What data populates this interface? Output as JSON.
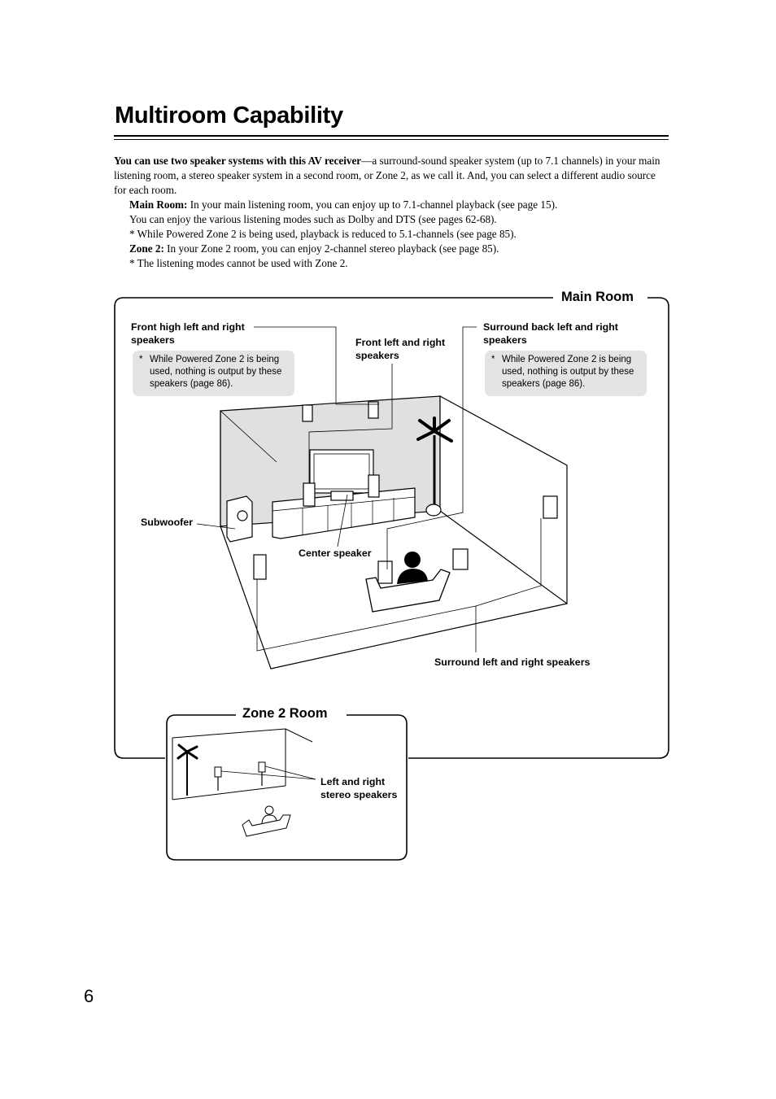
{
  "page": {
    "title": "Multiroom Capability",
    "page_number": "6"
  },
  "intro": {
    "lead_bold": "You can use two speaker systems with this AV receiver",
    "lead_rest": "—a surround-sound speaker system (up to 7.1 channels) in your main listening room, a stereo speaker system in a second room, or Zone 2, as we call it. And, you can select a different audio source for each room.",
    "main_room_label": "Main Room:",
    "main_room_text": " In your main listening room, you can enjoy up to 7.1-channel playback (see page 15).",
    "main_room_text2": "You can enjoy the various listening modes such as Dolby and DTS (see pages 62-68).",
    "main_room_note_mark": "*",
    "main_room_note": " While Powered Zone 2 is being used, playback is reduced to 5.1-channels (see page 85).",
    "zone2_label": "Zone 2:",
    "zone2_text": " In your Zone 2 room, you can enjoy 2-channel stereo playback (see page 85).",
    "zone2_note_mark": "*",
    "zone2_note": " The listening modes cannot be used with Zone 2."
  },
  "diagram": {
    "main_room_heading": "Main Room",
    "zone2_heading": "Zone 2 Room",
    "labels": {
      "front_high": "Front high left and right speakers",
      "front_lr": "Front left and right speakers",
      "surround_back": "Surround back left and right speakers",
      "subwoofer": "Subwoofer",
      "center": "Center speaker",
      "surround_lr": "Surround left and right speakers",
      "zone2_speakers": "Left and right stereo speakers"
    },
    "notes": {
      "mark": "*",
      "front_high_note": "While Powered Zone 2 is being used, nothing is output by these speakers (page 86).",
      "surround_back_note": "While Powered Zone 2 is being used, nothing is output by these speakers (page 86)."
    }
  }
}
